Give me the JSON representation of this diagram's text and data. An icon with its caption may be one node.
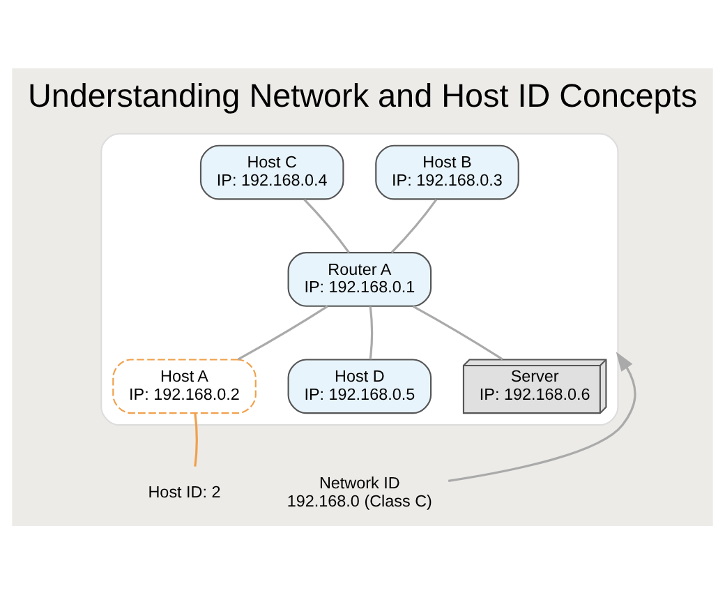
{
  "diagram": {
    "title": "Understanding Network and Host ID Concepts",
    "nodes": [
      {
        "text": [],
        "shape": "box"
      },
      {
        "text": [
          "Router A",
          "IP: 192.168.0.1"
        ],
        "in": 0
      },
      {
        "text": [
          "Host B",
          "IP: 192.168.0.3"
        ],
        "in": 0
      },
      {
        "text": [
          "Host C",
          "IP: 192.168.0.4"
        ],
        "in": 0
      },
      {
        "text": [
          "Host A",
          "IP: 192.168.0.2"
        ],
        "in": 0
      },
      {
        "text": [
          "Host D",
          "IP: 192.168.0.5"
        ],
        "in": 0
      },
      {
        "text": [
          "Server",
          "IP: 192.168.0.6"
        ],
        "in": 0
      },
      {
        "text": [
          "Network ID",
          "192.168.0 (Class C)"
        ]
      },
      {
        "text": [
          "Host ID: 2"
        ]
      }
    ],
    "edges": [
      {
        "from": 1,
        "to": 2,
        "arrow": "none"
      },
      {
        "from": 1,
        "to": 3,
        "arrow": "none"
      },
      {
        "from": 1,
        "to": 4,
        "arrow": "none"
      },
      {
        "from": 1,
        "to": 5,
        "arrow": "none"
      },
      {
        "from": 1,
        "to": 6,
        "arrow": "none"
      },
      {
        "from": 7,
        "to": 0,
        "arrow": "to"
      },
      {
        "from": 8,
        "to": 4,
        "arrow": "none",
        "color": "#f0a04b"
      }
    ]
  }
}
